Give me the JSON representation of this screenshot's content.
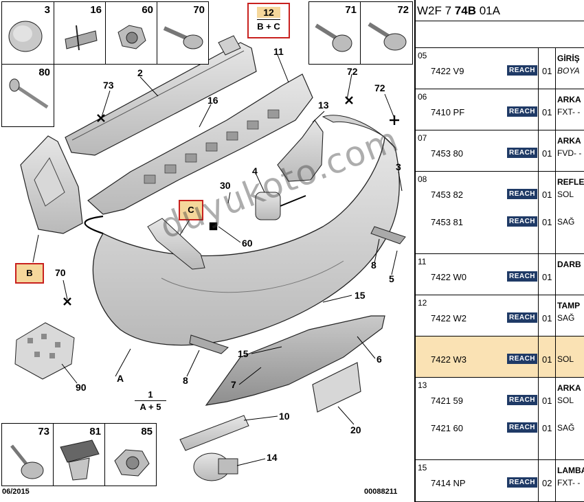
{
  "diagram": {
    "insets_top": [
      {
        "num": "3",
        "icon": "clip-icon"
      },
      {
        "num": "16",
        "icon": "clip-strip-icon"
      },
      {
        "num": "60",
        "icon": "nut-icon"
      },
      {
        "num": "70",
        "icon": "screw-icon"
      },
      {
        "num": "71",
        "icon": "bolt-icon"
      },
      {
        "num": "72",
        "icon": "bolt-flange-icon"
      },
      {
        "num": "80",
        "icon": "rivet-icon"
      }
    ],
    "insets_bottom": [
      {
        "num": "73",
        "icon": "screw-washer-icon"
      },
      {
        "num": "81",
        "icon": "push-clip-icon"
      },
      {
        "num": "85",
        "icon": "hex-nut-icon"
      }
    ],
    "group_12": {
      "num": "12",
      "formula": "B + C"
    },
    "group_1": {
      "num": "1",
      "formula": "A + 5"
    },
    "box_b": "B",
    "box_c": "C",
    "callouts": [
      "2",
      "11",
      "73",
      "16",
      "72",
      "72",
      "13",
      "3",
      "30",
      "4",
      "60",
      "8",
      "5",
      "70",
      "15",
      "15",
      "6",
      "7",
      "90",
      "A",
      "8",
      "10",
      "20",
      "14"
    ],
    "footer_left": "06/2015",
    "footer_right": "00088211",
    "watermark": "duyukoto.com"
  },
  "parts": {
    "model_prefix": "W2F 7 ",
    "model_bold": "74B",
    "model_suffix": " 01A",
    "rows": [
      {
        "ref": "05",
        "entries": [
          {
            "pn": "7422 V9",
            "badge": "REACH",
            "qty": "01",
            "d1": "GİRİŞ",
            "d2": "BOYA",
            "d2_italic": true
          }
        ]
      },
      {
        "ref": "06",
        "entries": [
          {
            "pn": "7410 PF",
            "badge": "REACH",
            "qty": "01",
            "d1": "ARKA",
            "d2": "FXT- -"
          }
        ]
      },
      {
        "ref": "07",
        "entries": [
          {
            "pn": "7453 80",
            "badge": "REACH",
            "qty": "01",
            "d1": "ARKA",
            "d2": "FVD- -"
          }
        ]
      },
      {
        "ref": "08",
        "entries": [
          {
            "pn": "7453 82",
            "badge": "REACH",
            "qty": "01",
            "d1": "REFLE",
            "d2": "SOL"
          },
          {
            "pn": "7453 81",
            "badge": "REACH",
            "qty": "01",
            "d1": "",
            "d2": "SAĞ"
          }
        ]
      },
      {
        "ref": "11",
        "entries": [
          {
            "pn": "7422 W0",
            "badge": "REACH",
            "qty": "01",
            "d1": "DARB",
            "d2": ""
          }
        ]
      },
      {
        "ref": "12",
        "entries": [
          {
            "pn": "7422 W2",
            "badge": "REACH",
            "qty": "01",
            "d1": "TAMP",
            "d2": "SAĞ"
          }
        ]
      },
      {
        "ref": "",
        "highlight": true,
        "entries": [
          {
            "pn": "7422 W3",
            "badge": "REACH",
            "qty": "01",
            "d1": "",
            "d2": "SOL"
          }
        ]
      },
      {
        "ref": "13",
        "entries": [
          {
            "pn": "7421 59",
            "badge": "REACH",
            "qty": "01",
            "d1": "ARKA",
            "d2": "SOL"
          },
          {
            "pn": "7421 60",
            "badge": "REACH",
            "qty": "01",
            "d1": "",
            "d2": "SAĞ"
          }
        ]
      },
      {
        "ref": "15",
        "entries": [
          {
            "pn": "7414 NP",
            "badge": "REACH",
            "qty": "02",
            "d1": "LAMBA",
            "d2": "FXT- -"
          }
        ]
      }
    ]
  }
}
